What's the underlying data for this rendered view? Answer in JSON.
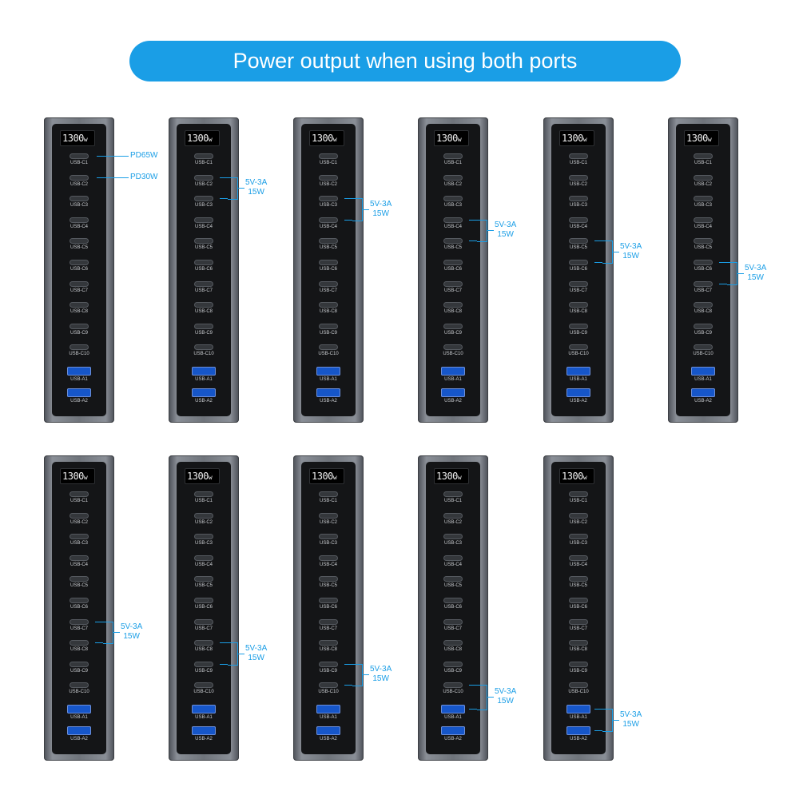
{
  "title": "Power output when using both ports",
  "display": {
    "value": "1300",
    "unit": "w"
  },
  "ports": [
    "USB-C1",
    "USB-C2",
    "USB-C3",
    "USB-C4",
    "USB-C5",
    "USB-C6",
    "USB-C7",
    "USB-C8",
    "USB-C9",
    "USB-C10",
    "USB-A1",
    "USB-A2"
  ],
  "colors": {
    "accent": "#1a9ee6",
    "usb_a": "#1656c9"
  },
  "pd_labels": [
    "PD65W",
    "PD30W"
  ],
  "combo_label": {
    "line1": "5V-3A",
    "line2": "15W"
  },
  "panels": [
    {
      "pair": [
        0,
        1
      ],
      "mode": "pd"
    },
    {
      "pair": [
        1,
        2
      ],
      "mode": "combo"
    },
    {
      "pair": [
        2,
        3
      ],
      "mode": "combo"
    },
    {
      "pair": [
        3,
        4
      ],
      "mode": "combo"
    },
    {
      "pair": [
        4,
        5
      ],
      "mode": "combo"
    },
    {
      "pair": [
        5,
        6
      ],
      "mode": "combo"
    },
    {
      "pair": [
        6,
        7
      ],
      "mode": "combo"
    },
    {
      "pair": [
        7,
        8
      ],
      "mode": "combo"
    },
    {
      "pair": [
        8,
        9
      ],
      "mode": "combo"
    },
    {
      "pair": [
        9,
        10
      ],
      "mode": "combo"
    },
    {
      "pair": [
        10,
        11
      ],
      "mode": "combo"
    }
  ]
}
